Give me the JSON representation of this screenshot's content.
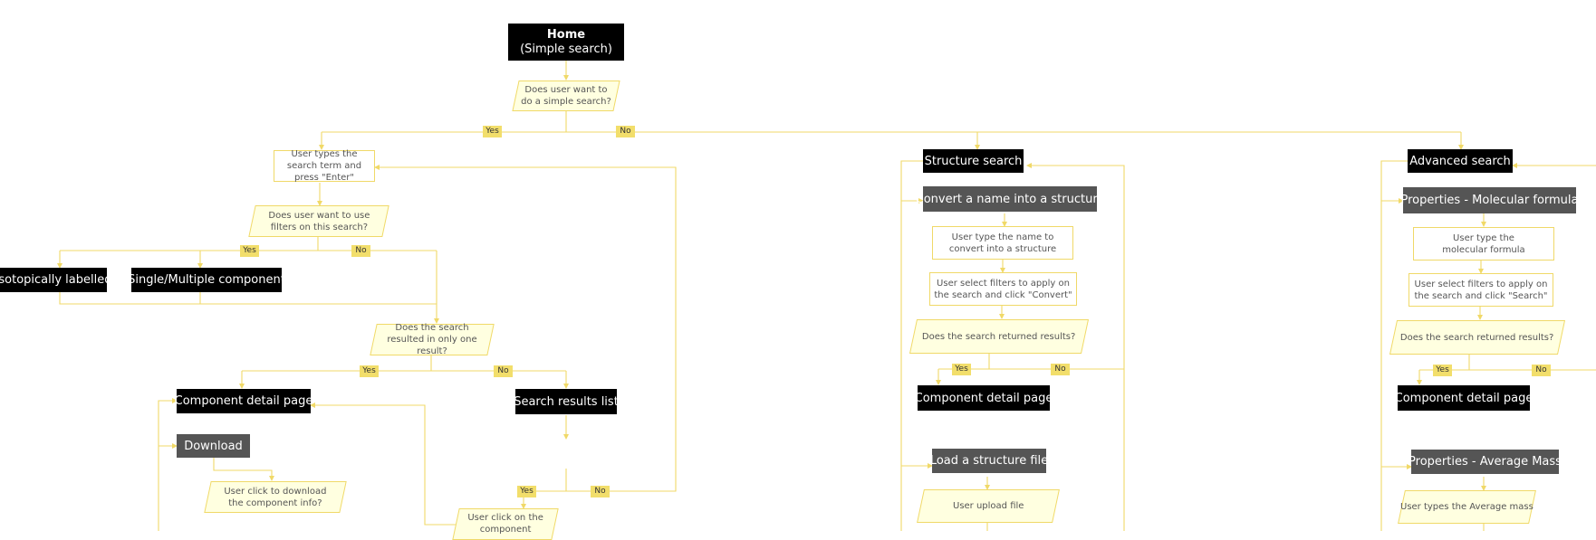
{
  "colors": {
    "connector": "#f0d968",
    "tag": "#f2de6b",
    "decision_fill": "#ffffe0",
    "primary_node": "#000000",
    "secondary_node": "#555555"
  },
  "home": {
    "title": "Home",
    "subtitle": "(Simple search)"
  },
  "simple": {
    "q_simple": "Does user want to do a simple search?",
    "yes": "Yes",
    "no": "No",
    "types_term": "User types the search term and press \"Enter\"",
    "q_filters": "Does user want to use filters on this search?",
    "filters_yes": "Yes",
    "filters_no": "No",
    "isotopically": "Isotopically labelled",
    "single_multiple": "Single/Multiple component",
    "q_one_result": "Does the search resulted in only one result?",
    "one_yes": "Yes",
    "one_no": "No",
    "component_detail": "Component detail page",
    "search_results": "Search results list",
    "download": "Download",
    "click_download": "User click to download the component info?",
    "res_yes": "Yes",
    "res_no": "No",
    "click_component": "User click on the component"
  },
  "structure": {
    "title": "Structure search",
    "convert": "Convert a name into a structure",
    "type_name": "User type the name to convert into a structure",
    "select_filters": "User select filters to apply on the search and click \"Convert\"",
    "q_returned": "Does the search returned results?",
    "yes": "Yes",
    "no": "No",
    "component_detail": "Component detail page",
    "load_file": "Load a structure file",
    "upload": "User upload file"
  },
  "advanced": {
    "title": "Advanced search",
    "mol_formula": "Properties - Molecular formula",
    "type_formula": "User type the molecular formula",
    "select_filters": "User select filters to apply on the search and click \"Search\"",
    "q_returned": "Does the search returned results?",
    "yes": "Yes",
    "no": "No",
    "component_detail": "Component detail page",
    "avg_mass": "Properties - Average Mass",
    "type_mass": "User types the Average mass"
  }
}
